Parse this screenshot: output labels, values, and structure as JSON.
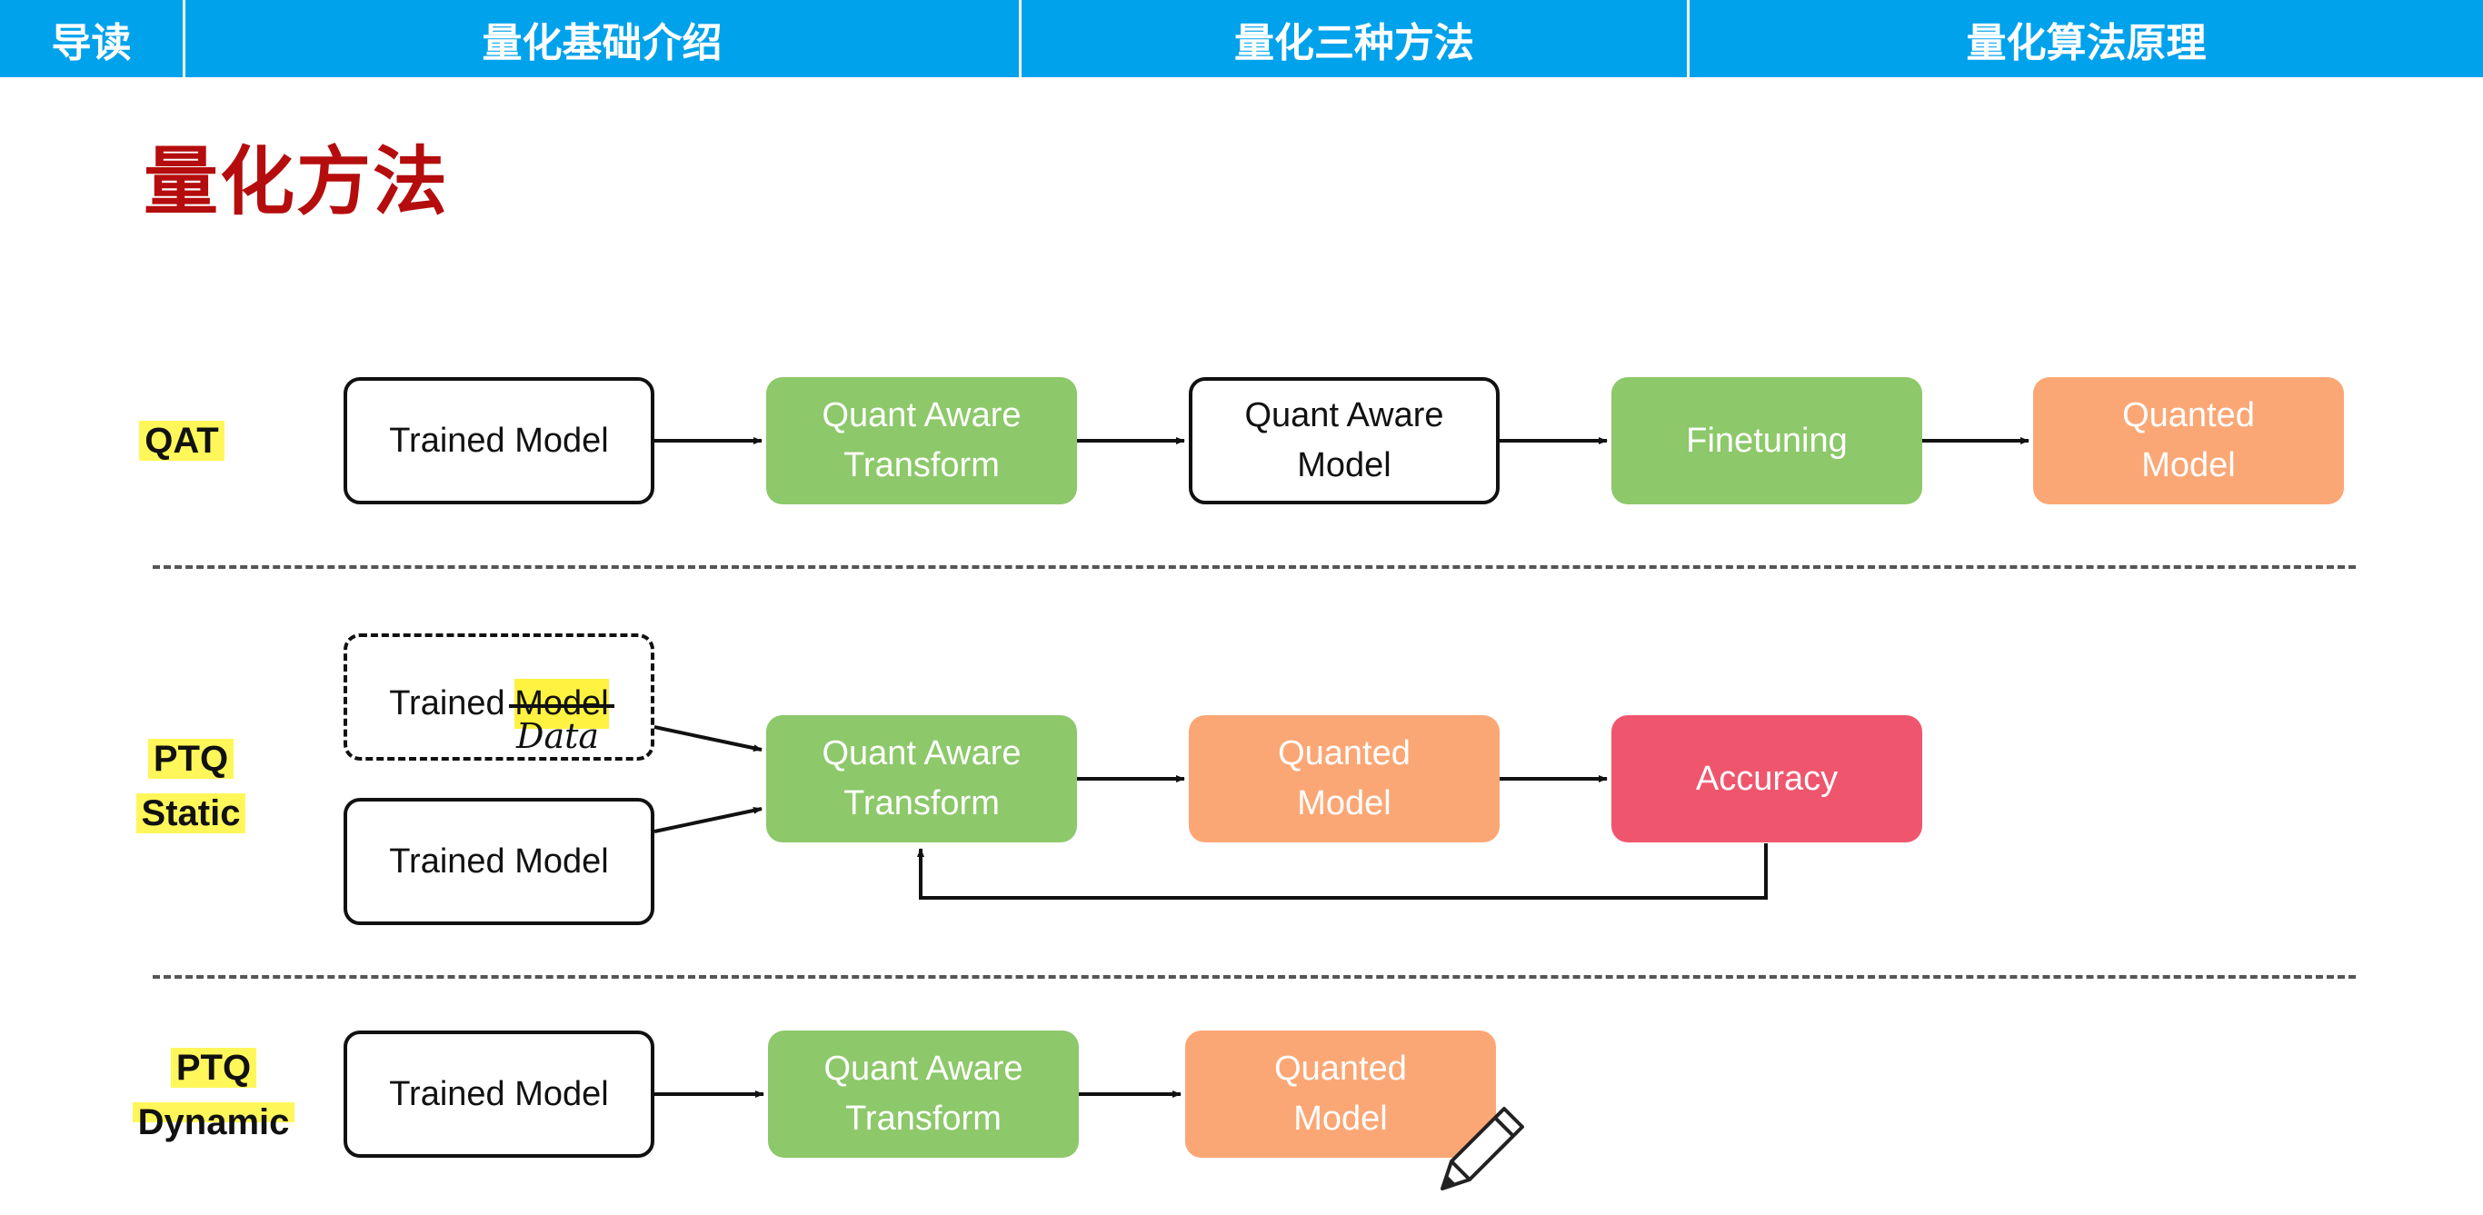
{
  "nav": {
    "tabs": [
      "导读",
      "量化基础介绍",
      "量化三种方法",
      "量化算法原理"
    ]
  },
  "title": "量化方法",
  "rows": {
    "qat": {
      "label": "QAT",
      "boxes": [
        "Trained Model",
        "Quant Aware\nTransform",
        "Quant Aware\nModel",
        "Finetuning",
        "Quanted\nModel"
      ]
    },
    "ptq_static": {
      "label_line1": "PTQ",
      "label_line2": "Static",
      "data_box": {
        "prefix": "Trained ",
        "struck": "Model",
        "handwritten": "Data"
      },
      "boxes": [
        "Trained Model",
        "Quant Aware\nTransform",
        "Quanted\nModel",
        "Accuracy"
      ]
    },
    "ptq_dynamic": {
      "label_line1": "PTQ",
      "label_line2": "Dynamic",
      "boxes": [
        "Trained Model",
        "Quant Aware\nTransform",
        "Quanted\nModel"
      ]
    }
  },
  "colors": {
    "nav": "#00a2ec",
    "title": "#b50d0d",
    "green": "#8dc86a",
    "orange": "#fba775",
    "red": "#ef566e",
    "highlight": "#fff200"
  },
  "icons": [
    "pencil-icon"
  ]
}
